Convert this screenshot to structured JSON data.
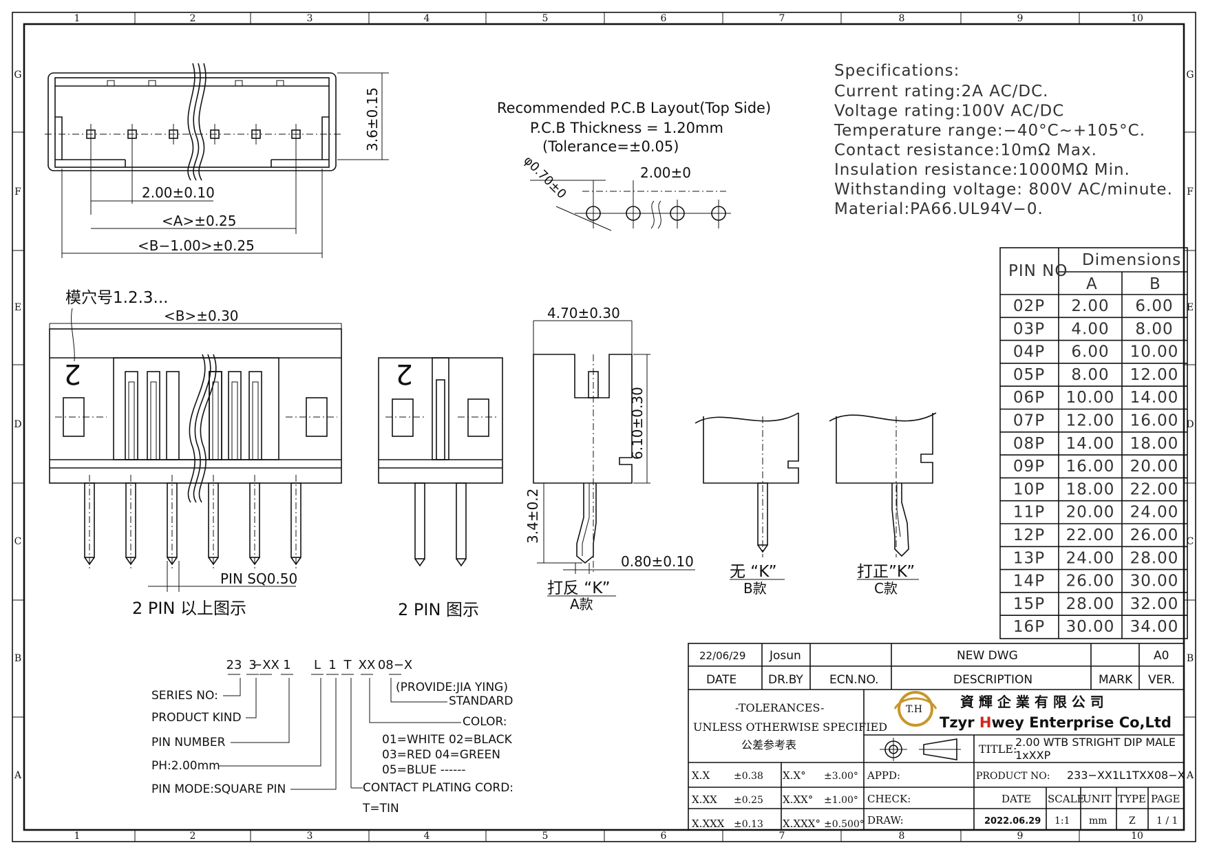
{
  "grid": {
    "cols": [
      "1",
      "2",
      "3",
      "4",
      "5",
      "6",
      "7",
      "8",
      "9",
      "10"
    ],
    "rows": [
      "G",
      "F",
      "E",
      "D",
      "C",
      "B",
      "A"
    ]
  },
  "specs": {
    "heading": "Specifications:",
    "lines": [
      "Current rating:2A AC/DC.",
      "Voltage rating:100V AC/DC",
      "Temperature range:−40°C~+105°C.",
      "Contact resistance:10mΩ Max.",
      "Insulation resistance:1000MΩ Min.",
      "Withstanding voltage: 800V AC/minute.",
      "Material:PA66.UL94V−0."
    ]
  },
  "pcb": {
    "title": "Recommended P.C.B Layout(Top Side)",
    "thickness": "P.C.B Thickness = 1.20mm",
    "tolerance": "(Tolerance=±0.05)",
    "hole": "φ0.70±0",
    "pitch": "2.00±0"
  },
  "top_view": {
    "height": "3.6±0.15",
    "pitch": "2.00±0.10",
    "dim_a": "<A>±0.25",
    "dim_b": "<B−1.00>±0.25"
  },
  "front_view": {
    "cavity": "模穴号1.2.3...",
    "dim_b": "<B>±0.30",
    "mark": "2",
    "pin_sq": "PIN SQ0.50",
    "caption": "2 PIN 以上图示"
  },
  "two_pin_view": {
    "mark": "2",
    "caption": "2 PIN 图示"
  },
  "side_view": {
    "width": "4.70±0.30",
    "height": "6.10±0.30",
    "pin_len": "3.4±0.2",
    "pin_w": "0.80±0.10",
    "caption_a1": "打反 “K”",
    "caption_a2": "A款"
  },
  "b_view": {
    "caption1": "无 “K”",
    "caption2": "B款"
  },
  "c_view": {
    "caption1": "打正”K”",
    "caption2": "C款"
  },
  "dimensions_table": {
    "pin_header": "PIN NO",
    "group_header": "Dimensions",
    "col_a": "A",
    "col_b": "B",
    "rows": [
      {
        "pin": "02P",
        "a": "2.00",
        "b": "6.00"
      },
      {
        "pin": "03P",
        "a": "4.00",
        "b": "8.00"
      },
      {
        "pin": "04P",
        "a": "6.00",
        "b": "10.00"
      },
      {
        "pin": "05P",
        "a": "8.00",
        "b": "12.00"
      },
      {
        "pin": "06P",
        "a": "10.00",
        "b": "14.00"
      },
      {
        "pin": "07P",
        "a": "12.00",
        "b": "16.00"
      },
      {
        "pin": "08P",
        "a": "14.00",
        "b": "18.00"
      },
      {
        "pin": "09P",
        "a": "16.00",
        "b": "20.00"
      },
      {
        "pin": "10P",
        "a": "18.00",
        "b": "22.00"
      },
      {
        "pin": "11P",
        "a": "20.00",
        "b": "24.00"
      },
      {
        "pin": "12P",
        "a": "22.00",
        "b": "26.00"
      },
      {
        "pin": "13P",
        "a": "24.00",
        "b": "28.00"
      },
      {
        "pin": "14P",
        "a": "26.00",
        "b": "30.00"
      },
      {
        "pin": "15P",
        "a": "28.00",
        "b": "32.00"
      },
      {
        "pin": "16P",
        "a": "30.00",
        "b": "34.00"
      }
    ]
  },
  "part_number": {
    "code": [
      "23",
      "3",
      "−XX",
      "1",
      "L",
      "1",
      "T",
      "XX",
      "08−X"
    ],
    "labels": {
      "series": "SERIES NO:",
      "kind": "PRODUCT KIND",
      "pin_number": "PIN NUMBER",
      "ph": "PH:2.00mm",
      "mode": "PIN MODE:SQUARE PIN",
      "provide": "(PROVIDE:JIA YING)",
      "standard": "STANDARD",
      "color": "COLOR:",
      "color_1": "01=WHITE 02=BLACK",
      "color_2": "03=RED   04=GREEN",
      "color_3": "05=BLUE  ------",
      "plating": "CONTACT PLATING CORD:",
      "tin": "T=TIN"
    }
  },
  "title_block": {
    "date_val": "22/06/29",
    "drby_val": "Josun",
    "desc_val": "NEW DWG",
    "ver_val": "A0",
    "date_h": "DATE",
    "drby_h": "DR.BY",
    "ecn_h": "ECN.NO.",
    "desc_h": "DESCRIPTION",
    "mark_h": "MARK",
    "ver_h": "VER.",
    "tol_1": "-TOLERANCES-",
    "tol_2": "UNLESS OTHERWISE SPECIFIED",
    "tol_3": "公差参考表",
    "company_cn": "資 輝 企 業 有 限 公 司",
    "company_en_1": "Tzyr ",
    "company_en_2": "H",
    "company_en_3": "wey Enterprise Co,Ltd",
    "logo_text": "T.H",
    "title_h": "TITLE:",
    "title_1": "2.00 WTB STRIGHT DIP MALE",
    "title_2": "1xXXP",
    "tol_rows": [
      {
        "a": "X.X",
        "b": "±0.38",
        "c": "X.X°",
        "d": "±3.00°"
      },
      {
        "a": "X.XX",
        "b": "±0.25",
        "c": "X.XX°",
        "d": "±1.00°"
      },
      {
        "a": "X.XXX",
        "b": "±0.13",
        "c": "X.XXX°",
        "d": "±0.500°"
      }
    ],
    "appd": "APPD:",
    "check": "CHECK:",
    "draw": "DRAW:",
    "product_h": "PRODUCT NO:",
    "product_v": "233−XX1L1TXX08−X",
    "f_date": "DATE",
    "f_scale": "SCALE",
    "f_unit": "UNIT",
    "f_type": "TYPE",
    "f_page": "PAGE",
    "v_date": "2022.06.29",
    "v_scale": "1:1",
    "v_unit": "mm",
    "v_type": "Z",
    "v_page": "1 / 1"
  },
  "colors": {
    "logo_gold": "#c9962a",
    "logo_red": "#d8231c"
  }
}
